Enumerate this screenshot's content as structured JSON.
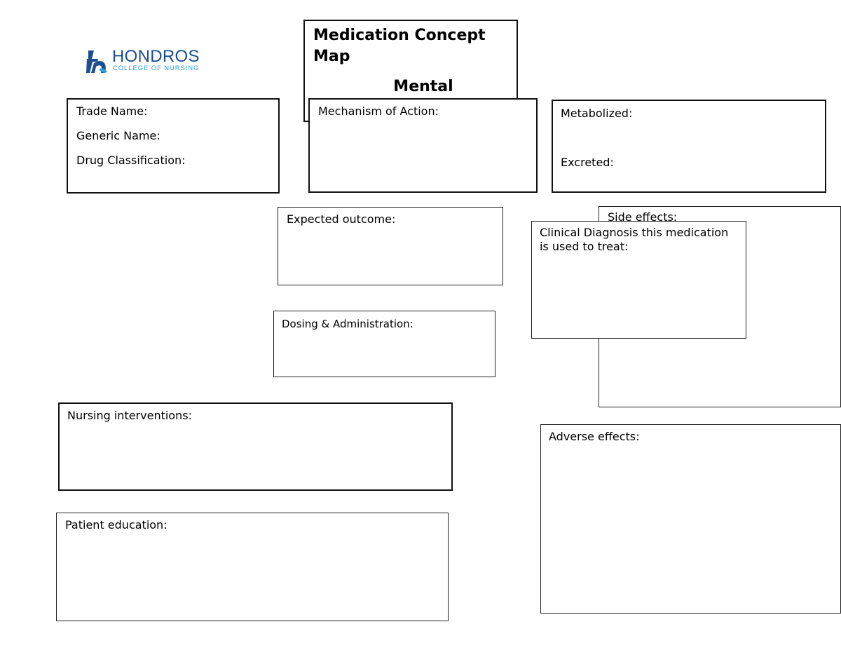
{
  "logo": {
    "brand": "HONDROS",
    "tagline": "COLLEGE OF NURSING",
    "icon": "hondros-h-logo",
    "colors": {
      "primary": "#1a4e8f",
      "secondary": "#2f9fd6"
    }
  },
  "title": {
    "main": "Medication Concept Map",
    "sub": "Mental"
  },
  "fields": {
    "trade_name": "Trade Name:",
    "generic_name": "Generic Name:",
    "drug_classification": "Drug Classification:",
    "mechanism_of_action": "Mechanism of Action:",
    "metabolized": "Metabolized:",
    "excreted": "Excreted:",
    "expected_outcome": "Expected outcome:",
    "side_effects": "Side effects:",
    "clinical_diagnosis": "Clinical Diagnosis this medication is used to treat:",
    "dosing_administration": "Dosing & Administration:",
    "nursing_interventions": "Nursing interventions:",
    "adverse_effects": "Adverse effects:",
    "patient_education": "Patient education:"
  }
}
